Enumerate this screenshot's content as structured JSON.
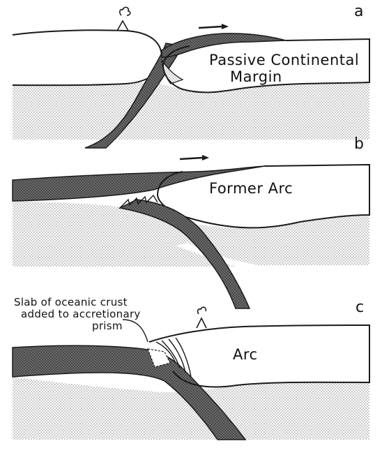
{
  "panels": [
    {
      "letter": "a",
      "labels": [
        "Passive Continental",
        "Margin"
      ]
    },
    {
      "letter": "b",
      "labels": [
        "Former Arc"
      ]
    },
    {
      "letter": "c",
      "labels": [
        "Arc"
      ]
    }
  ],
  "annotation": {
    "lines": [
      "Slab of oceanic crust",
      "added to accretionary",
      "prism"
    ]
  },
  "colors": {
    "ink": "#1a1a1a",
    "dotted_fill": "#d6d6d6",
    "crust_fill": "#5a5a5a"
  },
  "icons": [
    "volcano-icon",
    "thrust-arrow-icon"
  ]
}
